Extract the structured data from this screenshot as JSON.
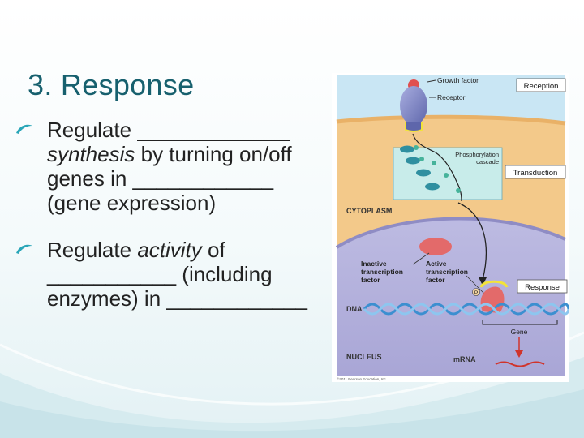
{
  "slide": {
    "title": "3. Response",
    "bullets": [
      {
        "line1_prefix": "Regulate ",
        "line1_blank": "_____________",
        "line2_italic": "synthesis",
        "line2_rest": " by turning on/off",
        "line3": "genes in ____________",
        "line4": "(gene expression)"
      },
      {
        "line1_prefix": "Regulate ",
        "line1_italic": "activity",
        "line1_rest": " of",
        "line2": "___________ (including",
        "line3": "enzymes) in ____________"
      }
    ]
  },
  "figure": {
    "labels": {
      "growth_factor": "Growth factor",
      "receptor": "Receptor",
      "reception": "Reception",
      "phosphorylation_cascade_1": "Phosphorylation",
      "phosphorylation_cascade_2": "cascade",
      "transduction": "Transduction",
      "cytoplasm": "CYTOPLASM",
      "inactive_tf_1": "Inactive",
      "inactive_tf_2": "transcription",
      "inactive_tf_3": "factor",
      "active_tf_1": "Active",
      "active_tf_2": "transcription",
      "active_tf_3": "factor",
      "response": "Response",
      "phosphate": "P",
      "dna": "DNA",
      "gene": "Gene",
      "nucleus": "NUCLEUS",
      "mrna": "mRNA",
      "copyright": "©2011 Pearson Education, Inc."
    },
    "colors": {
      "outside": "#c9e6f4",
      "cytoplasm": "#f3c98a",
      "nucleus": "#b3b1dc",
      "receptor": "#7d86c4",
      "transcription_factor": "#e36a6a",
      "kinase": "#2f8fa0",
      "highlight": "#f2e33a"
    }
  }
}
